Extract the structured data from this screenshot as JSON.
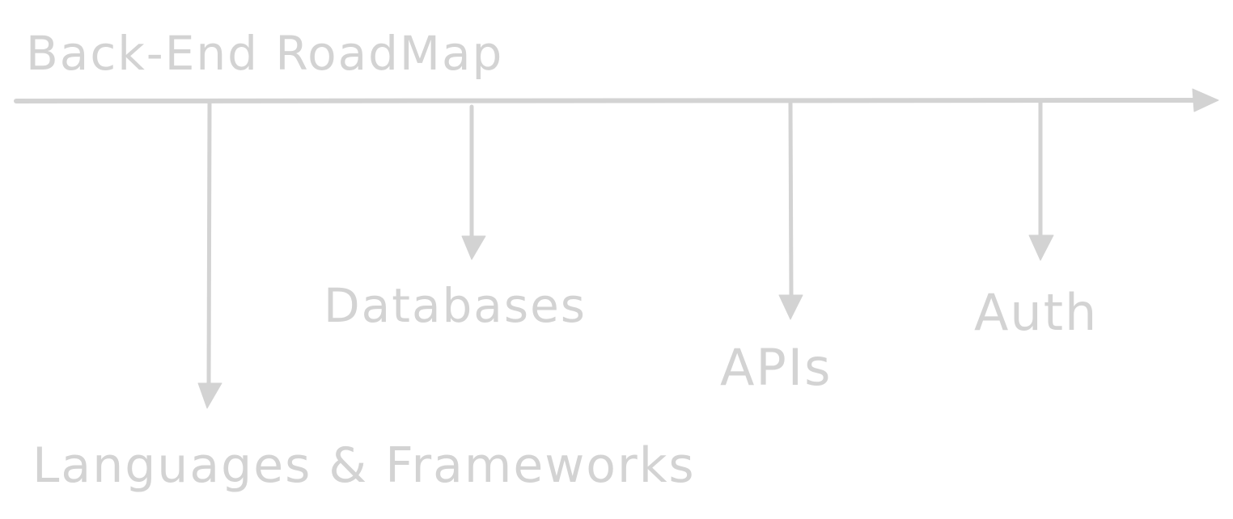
{
  "title": "Back-End RoadMap",
  "colors": {
    "stroke": "#d3d3d3",
    "text": "#d3d3d3",
    "background": "#ffffff"
  },
  "timeline": {
    "direction": "left-to-right",
    "milestones": [
      {
        "id": "languages",
        "label": "Languages & Frameworks",
        "order": 1
      },
      {
        "id": "databases",
        "label": "Databases",
        "order": 2
      },
      {
        "id": "apis",
        "label": "APIs",
        "order": 3
      },
      {
        "id": "auth",
        "label": "Auth",
        "order": 4
      }
    ]
  }
}
